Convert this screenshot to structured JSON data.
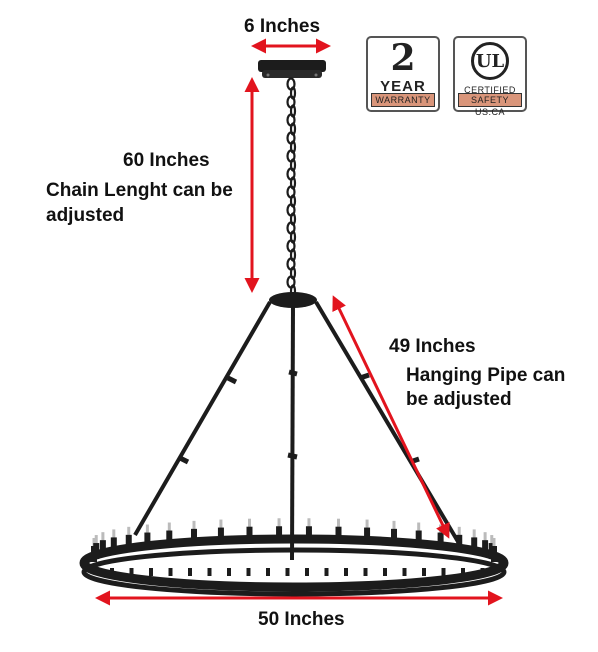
{
  "dimensions": {
    "canopy_width": "6 Inches",
    "chain_length": "60 Inches",
    "chain_note": "Chain Lenght can be adjusted",
    "pipe_length": "49 Inches",
    "pipe_note": "Hanging Pipe can be adjusted",
    "ring_diameter": "50 Inches"
  },
  "badges": {
    "warranty": {
      "number": "2",
      "word": "YEAR",
      "strip": "WARRANTY"
    },
    "ul": {
      "mark": "UL",
      "certified": "CERTIFIED",
      "strip": "SAFETY US.CA"
    }
  },
  "colors": {
    "arrow": "#e2141e",
    "fixture": "#1c1c1c",
    "warranty_strip": "#d9957a"
  },
  "icons": {
    "product": "wagon-wheel-chandelier",
    "warranty": "warranty-badge-icon",
    "certification": "ul-certified-icon"
  }
}
